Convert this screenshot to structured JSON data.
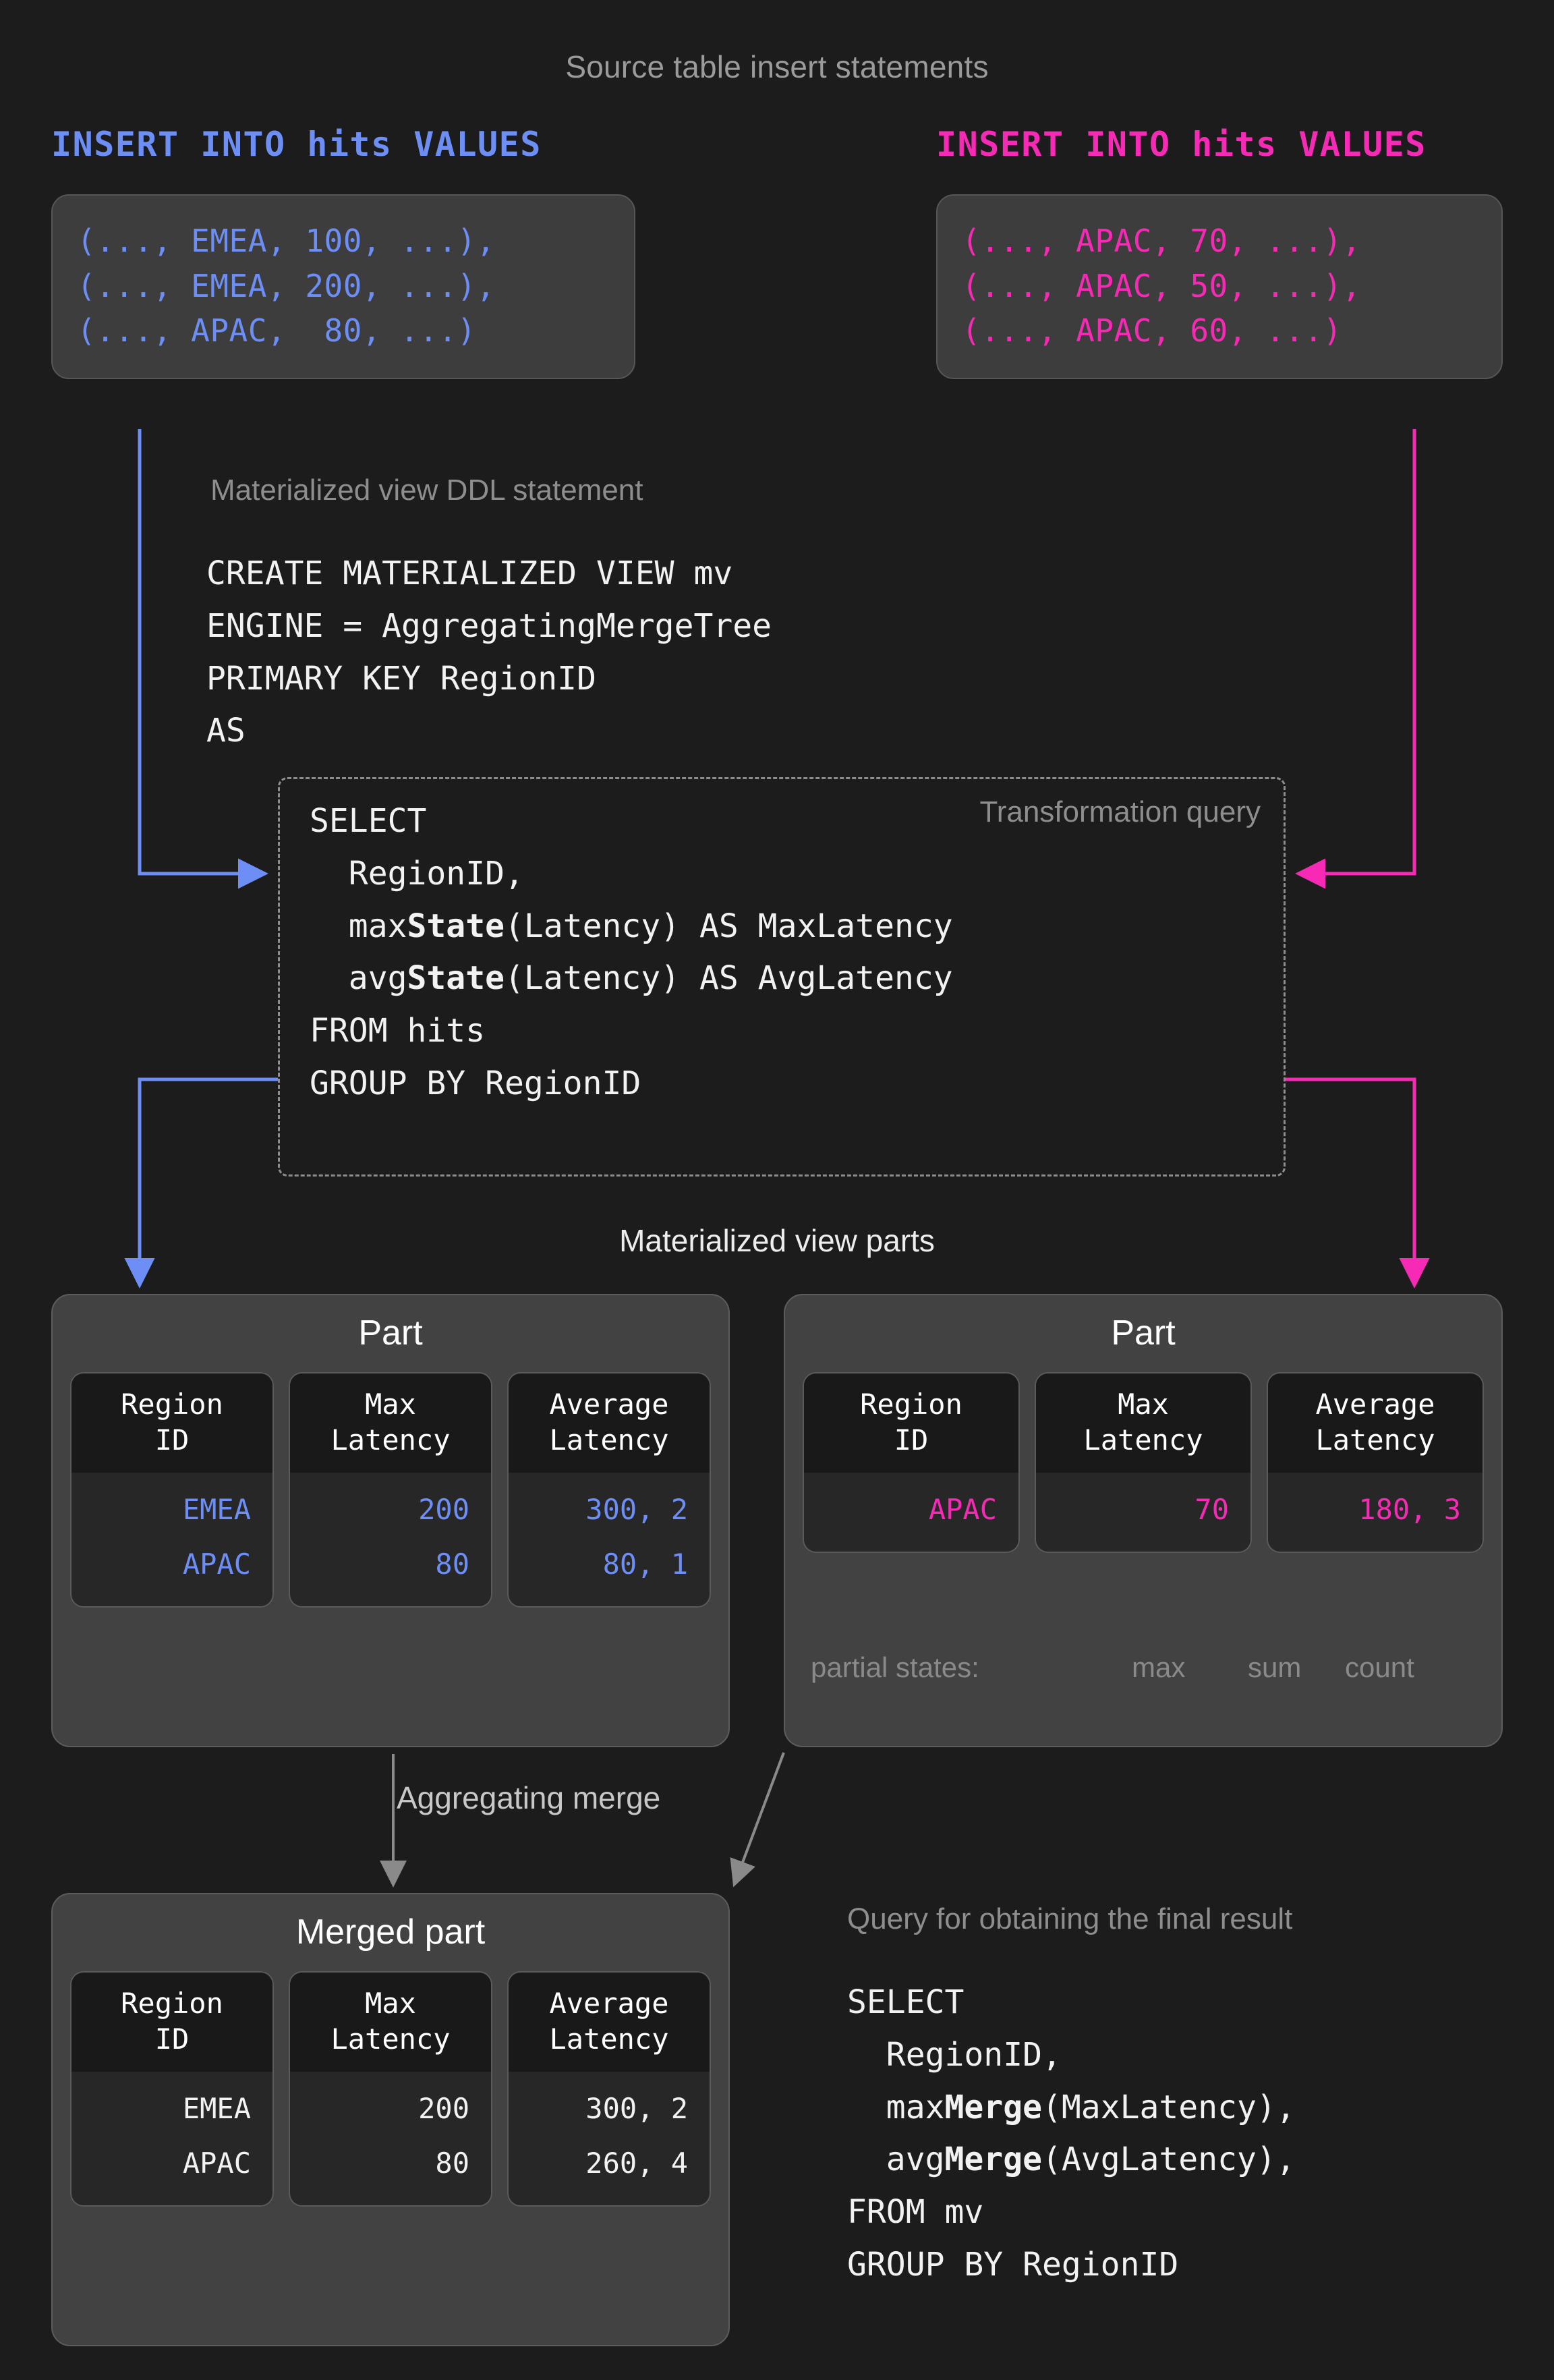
{
  "colors": {
    "background": "#1c1c1c",
    "blue": "#6d8ef5",
    "pink": "#f72ab5",
    "grey_text": "#9b9b9b",
    "panel": "#3d3d3d",
    "part": "#424242",
    "column_header": "#191919",
    "column_body": "#272727"
  },
  "top_caption": "Source table insert statements",
  "inserts": {
    "left": {
      "header": "INSERT INTO hits VALUES",
      "color": "#6d8ef5",
      "lines": [
        "(..., EMEA, 100, ...),",
        "(..., EMEA, 200, ...),",
        "(..., APAC,  80, ...)"
      ]
    },
    "right": {
      "header": "INSERT INTO hits VALUES",
      "color": "#f72ab5",
      "lines": [
        "(..., APAC, 70, ...),",
        "(..., APAC, 50, ...),",
        "(..., APAC, 60, ...)"
      ]
    }
  },
  "ddl": {
    "caption": "Materialized view DDL statement",
    "code": "CREATE MATERIALIZED VIEW mv\nENGINE = AggregatingMergeTree\nPRIMARY KEY RegionID\nAS"
  },
  "transformation_query": {
    "caption": "Transformation query",
    "lines": [
      {
        "plain": "SELECT"
      },
      {
        "plain": "  RegionID,"
      },
      {
        "pre": "  max",
        "bold": "State",
        "post": "(Latency) AS MaxLatency"
      },
      {
        "pre": "  avg",
        "bold": "State",
        "post": "(Latency) AS AvgLatency"
      },
      {
        "plain": "FROM hits"
      },
      {
        "plain": "GROUP BY RegionID"
      }
    ]
  },
  "mv_parts_caption": "Materialized view parts",
  "parts": [
    {
      "title": "Part",
      "value_color": "blue",
      "columns": [
        {
          "header": "Region\nID",
          "cells": [
            "EMEA",
            "APAC"
          ]
        },
        {
          "header": "Max\nLatency",
          "cells": [
            "200",
            "80"
          ]
        },
        {
          "header": "Average\nLatency",
          "cells": [
            "300, 2",
            "80, 1"
          ]
        }
      ]
    },
    {
      "title": "Part",
      "value_color": "pink",
      "columns": [
        {
          "header": "Region\nID",
          "cells": [
            "APAC"
          ]
        },
        {
          "header": "Max\nLatency",
          "cells": [
            "70"
          ]
        },
        {
          "header": "Average\nLatency",
          "cells": [
            "180, 3"
          ]
        }
      ]
    }
  ],
  "partial_states": {
    "label": "partial states:",
    "max": "max",
    "sum": "sum",
    "count": "count"
  },
  "aggregating_merge_caption": "Aggregating merge",
  "merged_part": {
    "title": "Merged part",
    "value_color": "white",
    "columns": [
      {
        "header": "Region\nID",
        "cells": [
          "EMEA",
          "APAC"
        ]
      },
      {
        "header": "Max\nLatency",
        "cells": [
          "200",
          "80"
        ]
      },
      {
        "header": "Average\nLatency",
        "cells": [
          "300, 2",
          "260, 4"
        ]
      }
    ]
  },
  "final_query": {
    "caption": "Query for obtaining the final result",
    "lines": [
      {
        "plain": "SELECT"
      },
      {
        "plain": "  RegionID,"
      },
      {
        "pre": "  max",
        "bold": "Merge",
        "post": "(MaxLatency),"
      },
      {
        "pre": "  avg",
        "bold": "Merge",
        "post": "(AvgLatency),"
      },
      {
        "plain": "FROM mv"
      },
      {
        "plain": "GROUP BY RegionID"
      }
    ]
  }
}
